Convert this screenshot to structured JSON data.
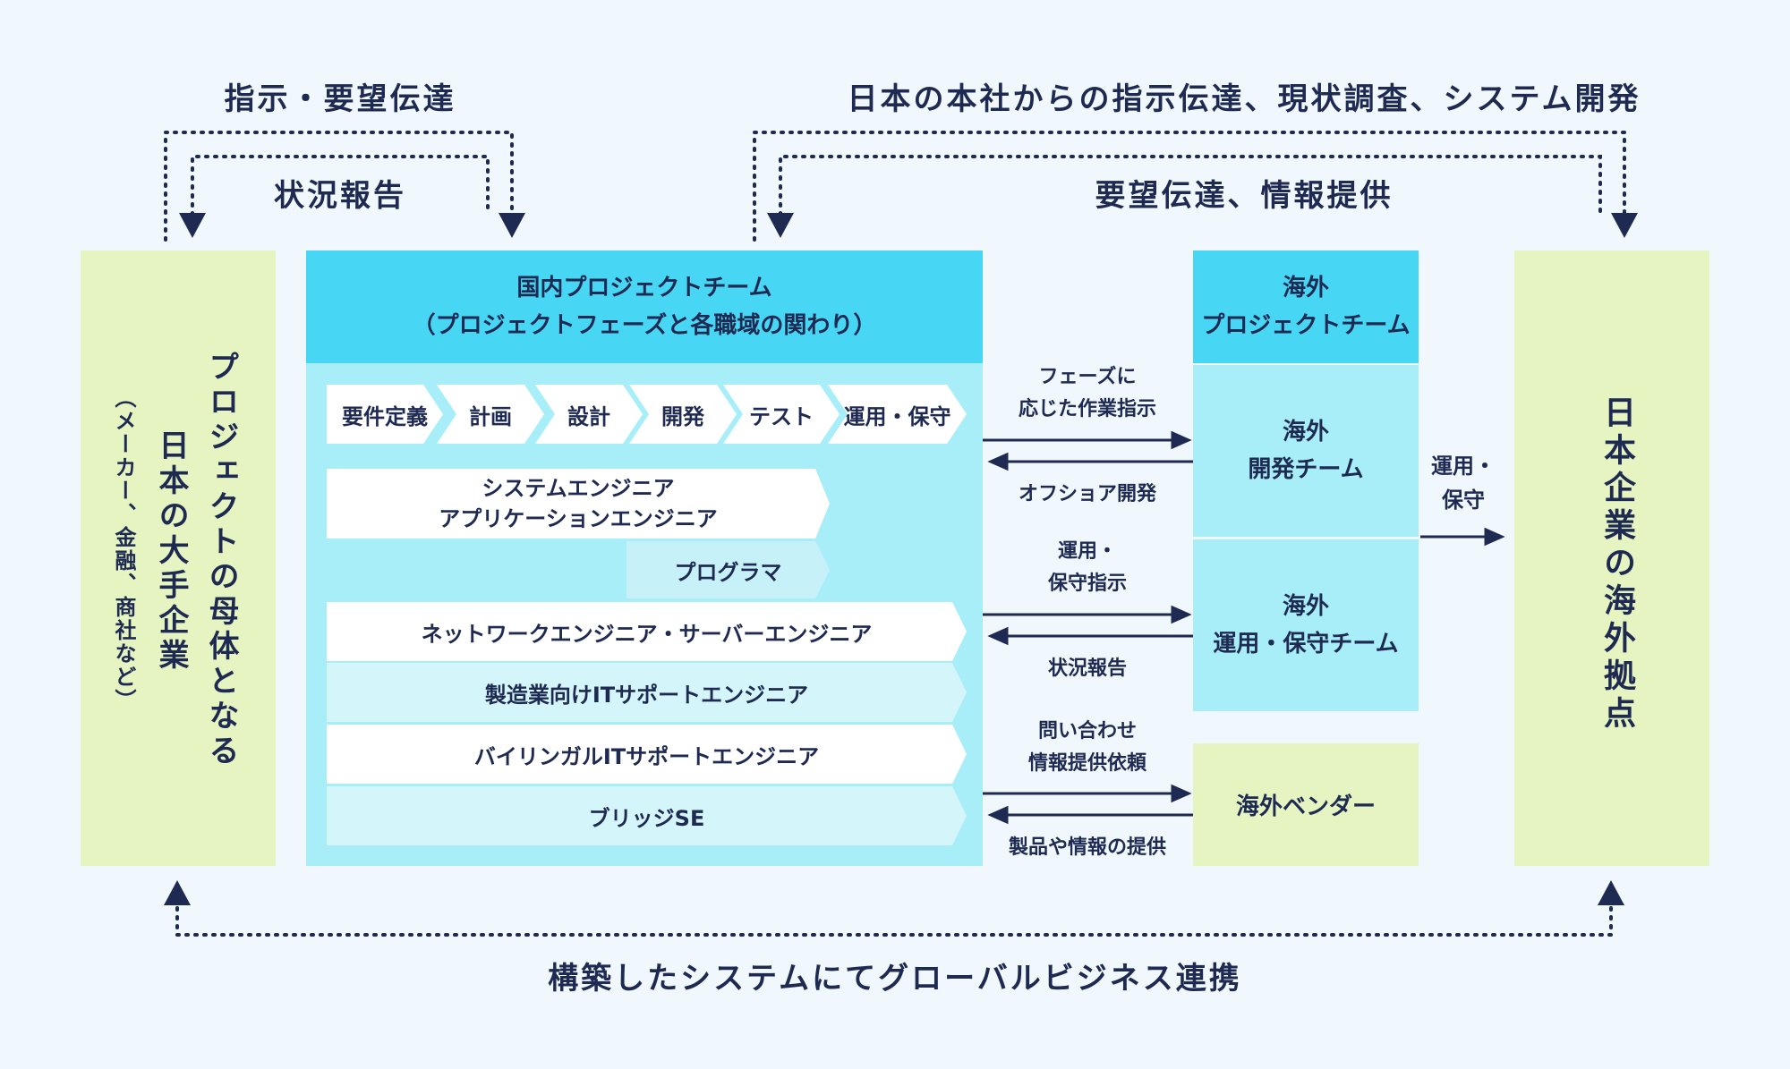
{
  "top": {
    "left_upper": "指示・要望伝達",
    "left_lower": "状況報告",
    "right_upper": "日本の本社からの指示伝達、現状調査、システム開発",
    "right_lower": "要望伝達、情報提供"
  },
  "parent": {
    "main": "プロジェクトの母体となる",
    "main2": "日本の大手企業",
    "sub": "（メーカー、金融、商社など）"
  },
  "domestic": {
    "title": "国内プロジェクトチーム",
    "subtitle": "（プロジェクトフェーズと各職域の関わり）",
    "phases": [
      "要件定義",
      "計画",
      "設計",
      "開発",
      "テスト",
      "運用・保守"
    ],
    "roles": {
      "se_line1": "システムエンジニア",
      "se_line2": "アプリケーションエンジニア",
      "programmer": "プログラマ",
      "network": "ネットワークエンジニア・サーバーエンジニア",
      "mfg": "製造業向けITサポートエンジニア",
      "bilingual": "バイリンガルITサポートエンジニア",
      "bridge": "ブリッジSE"
    }
  },
  "middle": {
    "a1_top": "フェーズに",
    "a1_top2": "応じた作業指示",
    "a1_bottom": "オフショア開発",
    "a2_top": "運用・",
    "a2_top2": "保守指示",
    "a2_bottom": "状況報告",
    "a3_top": "問い合わせ",
    "a3_top2": "情報提供依頼",
    "a3_bottom": "製品や情報の提供"
  },
  "overseas": {
    "head1": "海外",
    "head2": "プロジェクトチーム",
    "dev1": "海外",
    "dev2": "開発チーム",
    "ops1": "海外",
    "ops2": "運用・保守チーム",
    "vendor": "海外ベンダー"
  },
  "ops_arrow": {
    "line1": "運用・",
    "line2": "保守"
  },
  "base": "日本企業の海外拠点",
  "bottom": "構築したシステムにてグローバルビジネス連携"
}
